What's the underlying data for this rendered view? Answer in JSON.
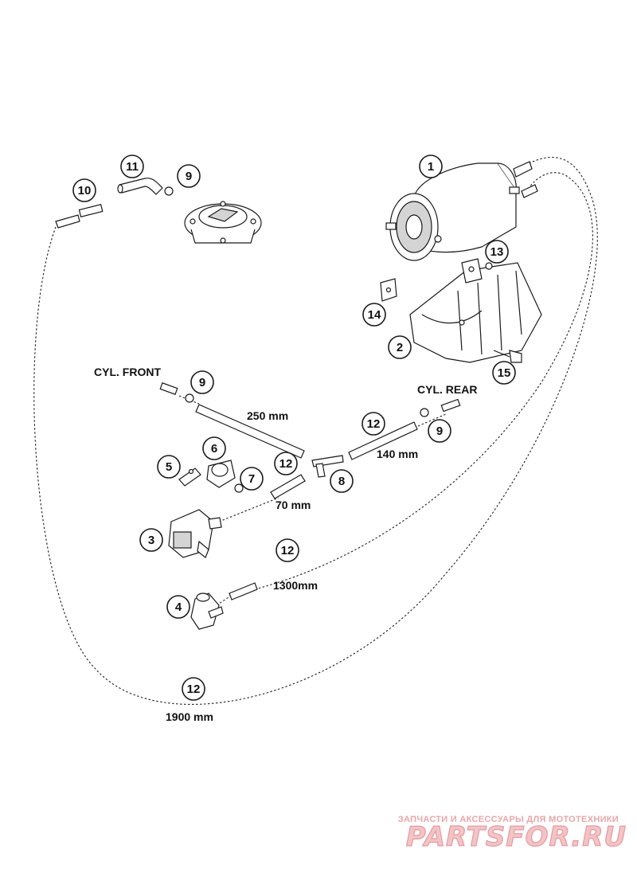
{
  "callouts": {
    "c1": "1",
    "c2": "2",
    "c3": "3",
    "c4": "4",
    "c5": "5",
    "c6": "6",
    "c7": "7",
    "c8": "8",
    "c9a": "9",
    "c9b": "9",
    "c9c": "9",
    "c10": "10",
    "c11": "11",
    "c12a": "12",
    "c12b": "12",
    "c12c": "12",
    "c12d": "12",
    "c13": "13",
    "c14": "14",
    "c15": "15"
  },
  "labels": {
    "cyl_front": "CYL. FRONT",
    "cyl_rear": "CYL. REAR",
    "len_250": "250 mm",
    "len_140": "140 mm",
    "len_70": "70 mm",
    "len_1300": "1300mm",
    "len_1900": "1900 mm"
  },
  "watermark": {
    "tagline": "ЗАПЧАСТИ И АКСЕССУАРЫ ДЛЯ МОТОТЕХНИКИ",
    "logo": "PARTSFOR.RU"
  }
}
